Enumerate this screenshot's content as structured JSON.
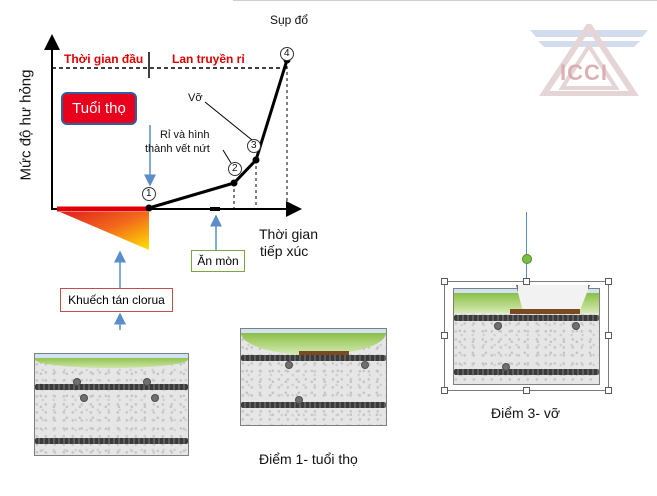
{
  "diagram": {
    "top_label_collapse": "Sụp đổ",
    "phase_initiation": "Thời gian đầu",
    "phase_propagation": "Lan truyền rỉ",
    "y_axis_label": "Mức độ hư hỏng",
    "x_axis_label_line1": "Thời gian",
    "x_axis_label_line2": "tiếp xúc",
    "service_life_label": "Tuổi thọ",
    "rust_crack_line1": "Rỉ và hình",
    "rust_crack_line2": "thành vết nứt",
    "spall_label": "Vỡ",
    "corrosion_label": "Ăn mòn",
    "chloride_label": "Khuếch tán clorua",
    "points": [
      "1",
      "2",
      "3",
      "4"
    ],
    "caption_point1": "Điểm 1- tuổi thọ",
    "caption_point3": "Điểm 3- vỡ",
    "watermark": "ICCI",
    "colors": {
      "phase_red": "#e00000",
      "service_box": "#e8001c",
      "corrosion_border": "#77a73d",
      "chloride_border": "#c0504d",
      "arrow_blue": "#5b8dc9",
      "handle_green": "#7ac142",
      "watermark": "#c9a4a8"
    }
  }
}
